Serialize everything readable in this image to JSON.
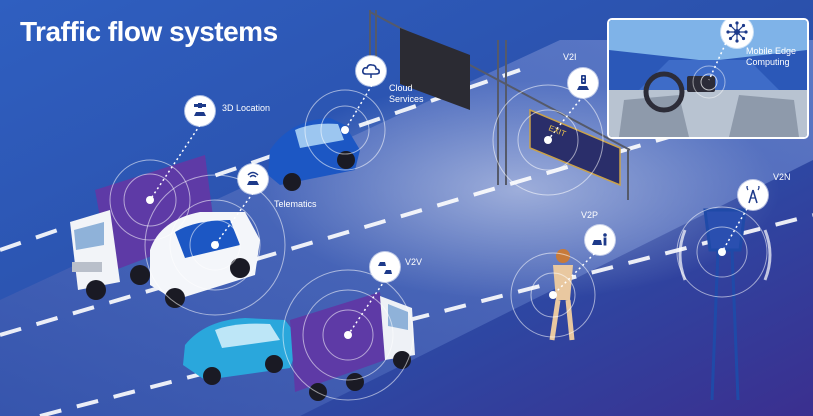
{
  "title": "Traffic flow systems",
  "labels": {
    "location_3d": "3D Location",
    "cloud_line1": "Cloud",
    "cloud_line2": "Services",
    "telematics": "Telematics",
    "v2i": "V2I",
    "v2v": "V2V",
    "v2p": "V2P",
    "v2n": "V2N",
    "edge_line1": "Mobile Edge",
    "edge_line2": "Computing",
    "sign_text": "EXIT"
  },
  "icons": {
    "location_3d": "satellite-car-icon",
    "cloud": "cloud-icon",
    "telematics": "signal-car-icon",
    "v2i": "traffic-light-car-icon",
    "v2v": "car-to-car-icon",
    "v2p": "car-pedestrian-icon",
    "v2n": "cell-tower-icon",
    "edge": "network-hub-icon"
  },
  "colors": {
    "background": "#1f3f8f",
    "road": "#4a62b3",
    "truck_cab": "#ffffff",
    "truck_trailer": "#5e3aa6",
    "car_blue": "#1c57c4",
    "car_cyan": "#2aa7dc",
    "bubble": "#ffffff",
    "icon": "#1d3a8a"
  }
}
